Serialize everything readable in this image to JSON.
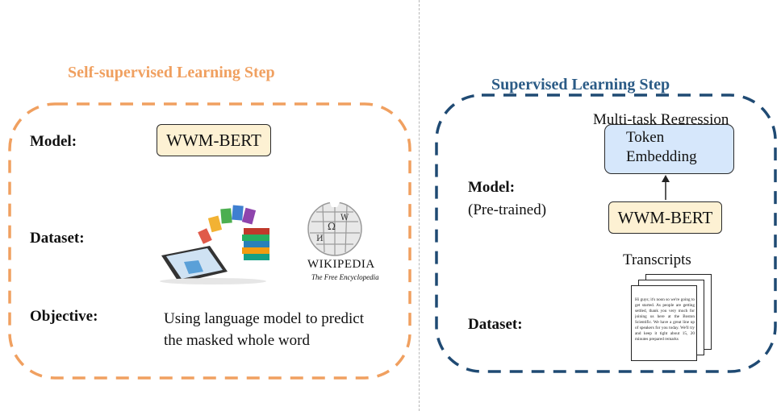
{
  "left_panel": {
    "title": "Self-supervised  Learning Step",
    "model_label": "Model:",
    "model_name": "WWM-BERT",
    "dataset_label": "Dataset:",
    "objective_label": "Objective:",
    "objective_text_line1": "Using language model to predict",
    "objective_text_line2": "the masked whole word",
    "wikipedia_wordmark": "WIKIPEDIA",
    "wikipedia_tagline": "The Free Encyclopedia",
    "border_color": "#f0a060"
  },
  "right_panel": {
    "title": "Supervised Learning Step",
    "task": "Multi-task Regression",
    "token_line1": "Token",
    "token_line2": "Embedding",
    "model_name": "WWM-BERT",
    "model_label": "Model:",
    "model_sublabel": "(Pre-trained)",
    "transcripts_label": "Transcripts",
    "dataset_label": "Dataset:",
    "transcript_text": "Hi guys; it's noon so we're going to get started. As people are getting settled, thank you very much for joining us here at the Boston Scientific. We have a great line up of speakers for you today. We'll try and keep it tight about 15, 20 minutes prepared remarks",
    "border_color": "#1f4a73"
  }
}
